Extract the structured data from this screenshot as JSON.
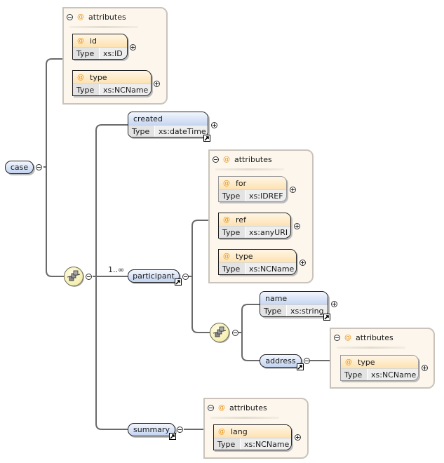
{
  "diagram": {
    "root": {
      "name": "case",
      "attributes": {
        "label": "attributes",
        "items": [
          {
            "name": "id",
            "type_label": "Type",
            "type": "xs:ID",
            "required": true
          },
          {
            "name": "type",
            "type_label": "Type",
            "type": "xs:NCName",
            "required": true
          }
        ]
      },
      "sequence": {
        "icon": "sequence-icon",
        "children": [
          {
            "name": "created",
            "type_label": "Type",
            "type": "xs:dateTime"
          },
          {
            "name": "participant",
            "cardinality": "1..∞",
            "attributes": {
              "label": "attributes",
              "items": [
                {
                  "name": "for",
                  "type_label": "Type",
                  "type": "xs:IDREF",
                  "required": false
                },
                {
                  "name": "ref",
                  "type_label": "Type",
                  "type": "xs:anyURI",
                  "required": true
                },
                {
                  "name": "type",
                  "type_label": "Type",
                  "type": "xs:NCName",
                  "required": true
                }
              ]
            },
            "sequence": {
              "children": [
                {
                  "name": "name",
                  "type_label": "Type",
                  "type": "xs:string"
                },
                {
                  "name": "address",
                  "attributes": {
                    "label": "attributes",
                    "items": [
                      {
                        "name": "type",
                        "type_label": "Type",
                        "type": "xs:NCName",
                        "required": false
                      }
                    ]
                  }
                }
              ]
            }
          },
          {
            "name": "summary",
            "attributes": {
              "label": "attributes",
              "items": [
                {
                  "name": "lang",
                  "type_label": "Type",
                  "type": "xs:NCName",
                  "required": true
                }
              ]
            }
          }
        ]
      }
    },
    "symbols": {
      "attribute_marker": "@"
    },
    "colors": {
      "element_fill": "#c6d6f2",
      "attribute_fill": "#fde2b2",
      "group_fill": "#fdf6ec",
      "sequence_fill": "#f5eeb0",
      "wire": "#6a6a6a"
    }
  }
}
